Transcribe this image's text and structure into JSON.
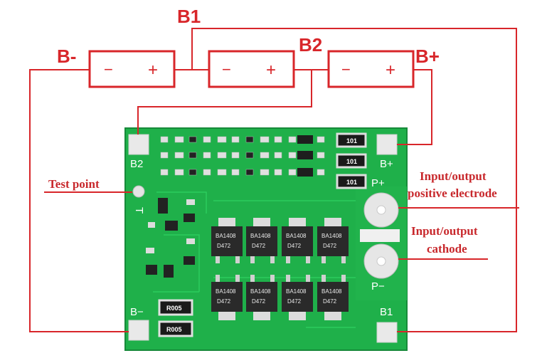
{
  "labels": {
    "b_minus": "B-",
    "b1": "B1",
    "b2": "B2",
    "b_plus": "B+"
  },
  "cells": [
    {
      "neg": "−",
      "pos": "+"
    },
    {
      "neg": "−",
      "pos": "+"
    },
    {
      "neg": "−",
      "pos": "+"
    }
  ],
  "annotations": {
    "test_point": "Test point",
    "positive_line1": "Input/output",
    "positive_line2": "positive electrode",
    "cathode_line1": "Input/output",
    "cathode_line2": "cathode"
  },
  "pcb_silk": {
    "b2": "B2",
    "b_plus": "B+",
    "p_plus": "P+",
    "p_minus": "P−",
    "b_minus": "B−",
    "b1": "B1",
    "t": "T"
  },
  "shunt_resistors": [
    "101",
    "101",
    "101"
  ],
  "sense_resistors": [
    "R005",
    "R005"
  ],
  "mosfet_top": [
    "BA1408",
    "BA1408",
    "BA1408",
    "BA1408"
  ],
  "mosfet_top_mark": [
    "D472",
    "D472",
    "D472",
    "D472"
  ],
  "mosfet_bottom": [
    "BA1408",
    "BA1408",
    "BA1408",
    "BA1408"
  ],
  "mosfet_bottom_mark": [
    "D472",
    "D472",
    "D472",
    "D472"
  ],
  "colors": {
    "wire": "#d8262a",
    "pcb": "#1fb04a",
    "pad": "#e8e8e8"
  }
}
